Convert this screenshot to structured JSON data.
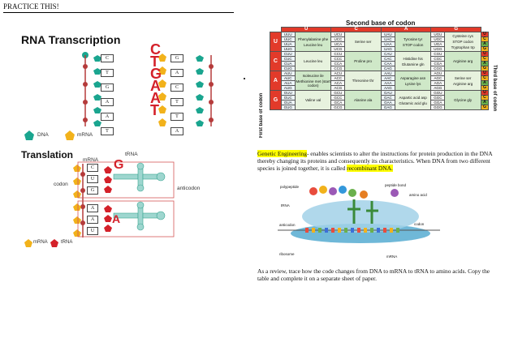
{
  "header": {
    "text": "PRACTICE THIS!"
  },
  "transcription": {
    "title": "RNA Transcription",
    "left_dna": [
      "C",
      "T",
      "G",
      "A",
      "A",
      "T"
    ],
    "right_dna": [
      "G",
      "A",
      "C",
      "T",
      "T",
      "A"
    ],
    "mrna_letters": [
      "C",
      "T",
      "G",
      "A",
      "A",
      "T"
    ],
    "legend_dna": "DNA",
    "legend_mrna": "mRNA"
  },
  "translation": {
    "title": "Translation",
    "label_mrna": "mRNA",
    "label_trna": "tRNA",
    "label_codon": "codon",
    "label_anticodon": "anticodon",
    "top_codon": [
      "C",
      "U",
      "G"
    ],
    "bottom_codon": [
      "A",
      "A",
      "U"
    ],
    "trna_letters": [
      "G",
      "A"
    ],
    "legend_mrna": "mRNA",
    "legend_trna": "tRNA"
  },
  "codon_table": {
    "title": "Second base of codon",
    "second_bases": [
      "U",
      "C",
      "A",
      "G"
    ],
    "first_bases": [
      "U",
      "C",
      "A",
      "G"
    ],
    "first_axis": "First base of codon",
    "third_axis": "Third base of codon",
    "third_bases": [
      "U",
      "C",
      "A",
      "G"
    ],
    "rows": [
      {
        "codons": [
          [
            "UUU",
            "UUC",
            "UUA",
            "UUG"
          ],
          [
            "UCU",
            "UCC",
            "UCA",
            "UCG"
          ],
          [
            "UAU",
            "UAC",
            "UAA",
            "UAG"
          ],
          [
            "UGU",
            "UGC",
            "UGA",
            "UGG"
          ]
        ],
        "aa": [
          "Phenylalanine phe|Leucine leu",
          "Serine ser",
          "Tyrosine tyr|STOP codon",
          "Cysteine cys|STOP codon|Tryptophan trp"
        ]
      },
      {
        "codons": [
          [
            "CUU",
            "CUC",
            "CUA",
            "CUG"
          ],
          [
            "CCU",
            "CCC",
            "CCA",
            "CCG"
          ],
          [
            "CAU",
            "CAC",
            "CAA",
            "CAG"
          ],
          [
            "CGU",
            "CGC",
            "CGA",
            "CGG"
          ]
        ],
        "aa": [
          "Leucine leu",
          "Proline pro",
          "Histidine his|Glutamine gln",
          "Arginine arg"
        ]
      },
      {
        "codons": [
          [
            "AUU",
            "AUC",
            "AUA",
            "AUG"
          ],
          [
            "ACU",
            "ACC",
            "ACA",
            "ACG"
          ],
          [
            "AAU",
            "AAC",
            "AAA",
            "AAG"
          ],
          [
            "AGU",
            "AGC",
            "AGA",
            "AGG"
          ]
        ],
        "aa": [
          "Isoleucine ile|Methionine met (start codon)",
          "Threonine thr",
          "Asparagine asn|Lysine lys",
          "Serine ser|Arginine arg"
        ]
      },
      {
        "codons": [
          [
            "GUU",
            "GUC",
            "GUA",
            "GUG"
          ],
          [
            "GCU",
            "GCC",
            "GCA",
            "GCG"
          ],
          [
            "GAU",
            "GAC",
            "GAA",
            "GAG"
          ],
          [
            "GGU",
            "GGC",
            "GGA",
            "GGG"
          ]
        ],
        "aa": [
          "Valine val",
          "Alanine ala",
          "Aspartic acid asp|Glutamic acid glu",
          "Glycine gly"
        ]
      }
    ]
  },
  "paragraph1": {
    "term": "Genetic Engineering",
    "text_a": "- enables scientists to alter the instructions for protein production in the DNA thereby changing its proteins and consequently its characteristics. When DNA from two different species is joined together, it is called ",
    "term2": "recombinant DNA."
  },
  "ribosome_labels": {
    "polypeptide": "polypeptide",
    "peptide_bond": "peptide bond",
    "amino_acid": "amino acid",
    "trna": "tRNA",
    "anticodon": "anticodon",
    "codon": "codon",
    "ribosome": "ribosome",
    "mrna": "mRNA"
  },
  "paragraph2": {
    "text": "As a review, trace how the code changes from DNA to mRNA to tRNA to amino acids. Copy the table and complete it on a separate sheet of paper."
  },
  "colors": {
    "dna": "#1aa58f",
    "mrna": "#f2b21b",
    "trna": "#d4212a",
    "table_header": "#e23a2a"
  }
}
